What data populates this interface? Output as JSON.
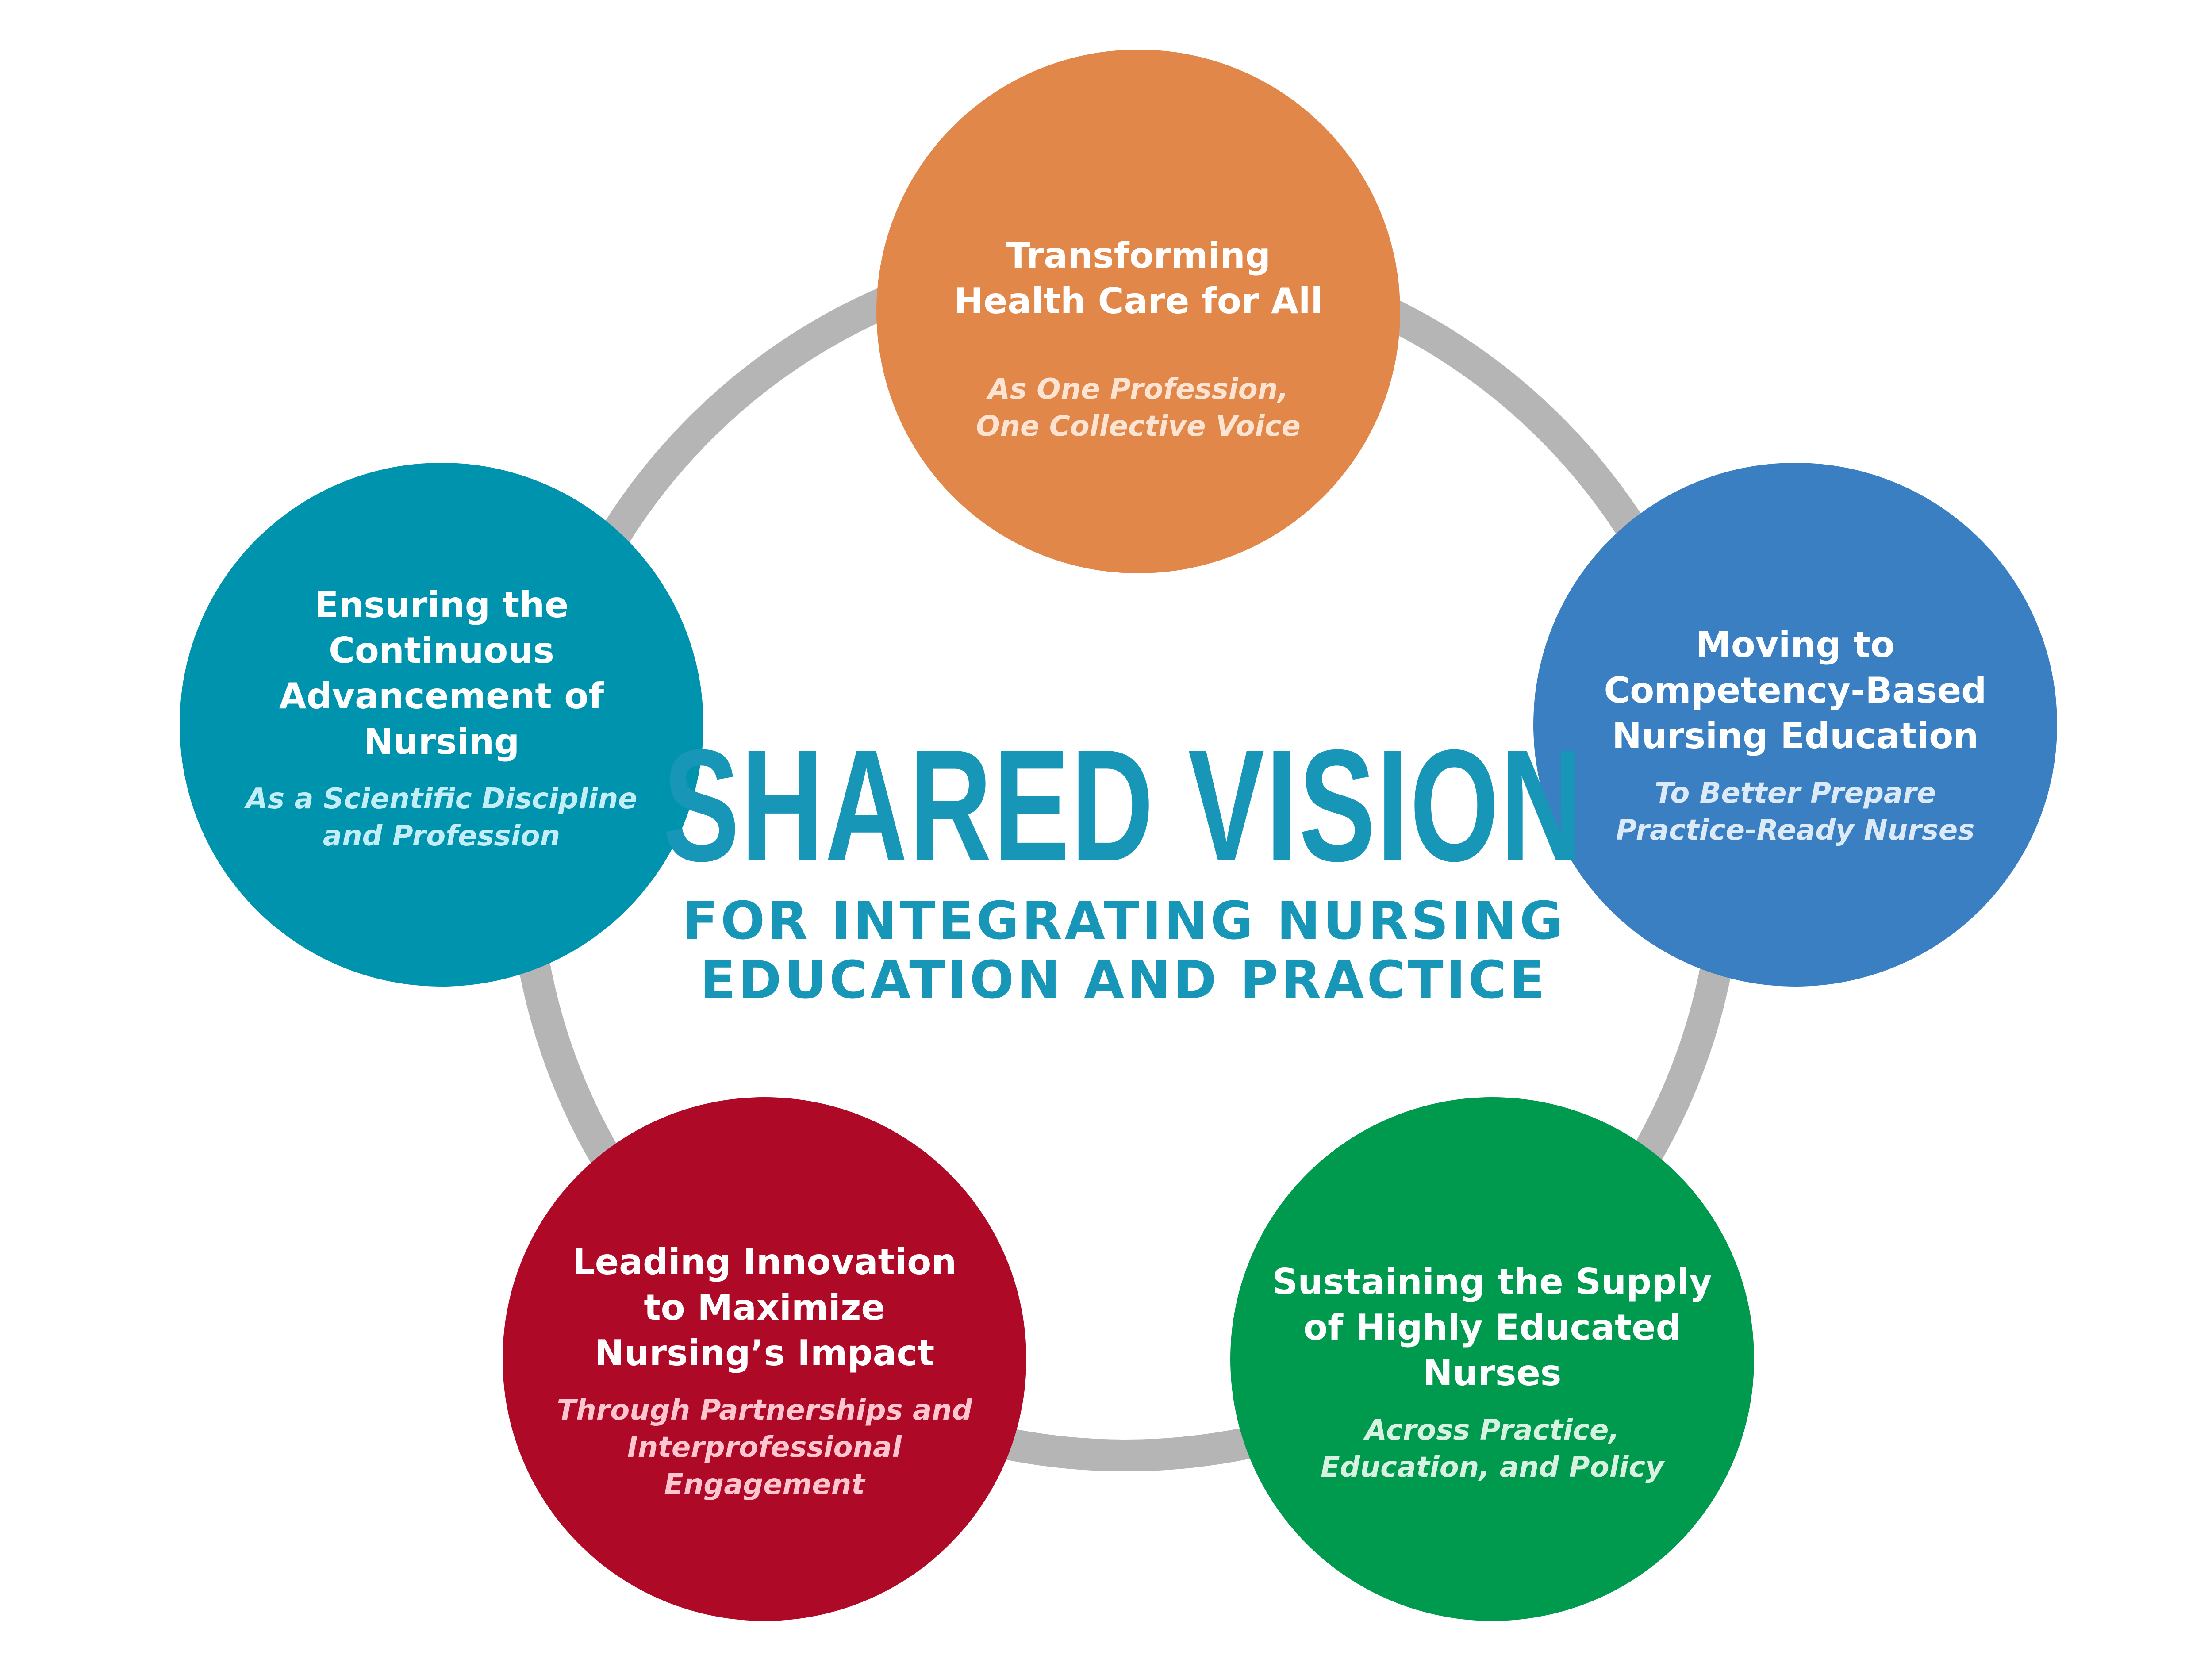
{
  "center": {
    "title": "SHARED VISION",
    "subtitle_line1": "FOR INTEGRATING NURSING",
    "subtitle_line2": "EDUCATION AND PRACTICE",
    "color": "#1796B7"
  },
  "ring_color": "#B5B5B5",
  "nodes": [
    {
      "id": "transforming",
      "color": "#E2874A",
      "sub_color": "#FCE3D2",
      "heading": [
        "Transforming",
        "Health Care for All"
      ],
      "subheading": [
        "As One Profession,",
        "One Collective Voice"
      ]
    },
    {
      "id": "competency",
      "color": "#3A7FC1",
      "sub_color": "#DCEAF8",
      "heading": [
        "Moving to",
        "Competency-Based",
        "Nursing Education"
      ],
      "subheading": [
        "To Better Prepare",
        "Practice-Ready Nurses"
      ]
    },
    {
      "id": "supply",
      "color": "#009A4E",
      "sub_color": "#D8F2E1",
      "heading": [
        "Sustaining the Supply",
        "of Highly Educated",
        "Nurses"
      ],
      "subheading": [
        "Across Practice,",
        "Education, and Policy"
      ]
    },
    {
      "id": "innovation",
      "color": "#AE0A28",
      "sub_color": "#FFC6D0",
      "heading": [
        "Leading Innovation",
        "to Maximize",
        "Nursing’s Impact"
      ],
      "subheading": [
        "Through Partnerships and",
        "Interprofessional",
        "Engagement"
      ]
    },
    {
      "id": "advancement",
      "color": "#0093AE",
      "sub_color": "#C4EEF7",
      "heading": [
        "Ensuring the",
        "Continuous",
        "Advancement of",
        "Nursing"
      ],
      "subheading": [
        "As a Scientific Discipline",
        "and Profession"
      ]
    }
  ]
}
